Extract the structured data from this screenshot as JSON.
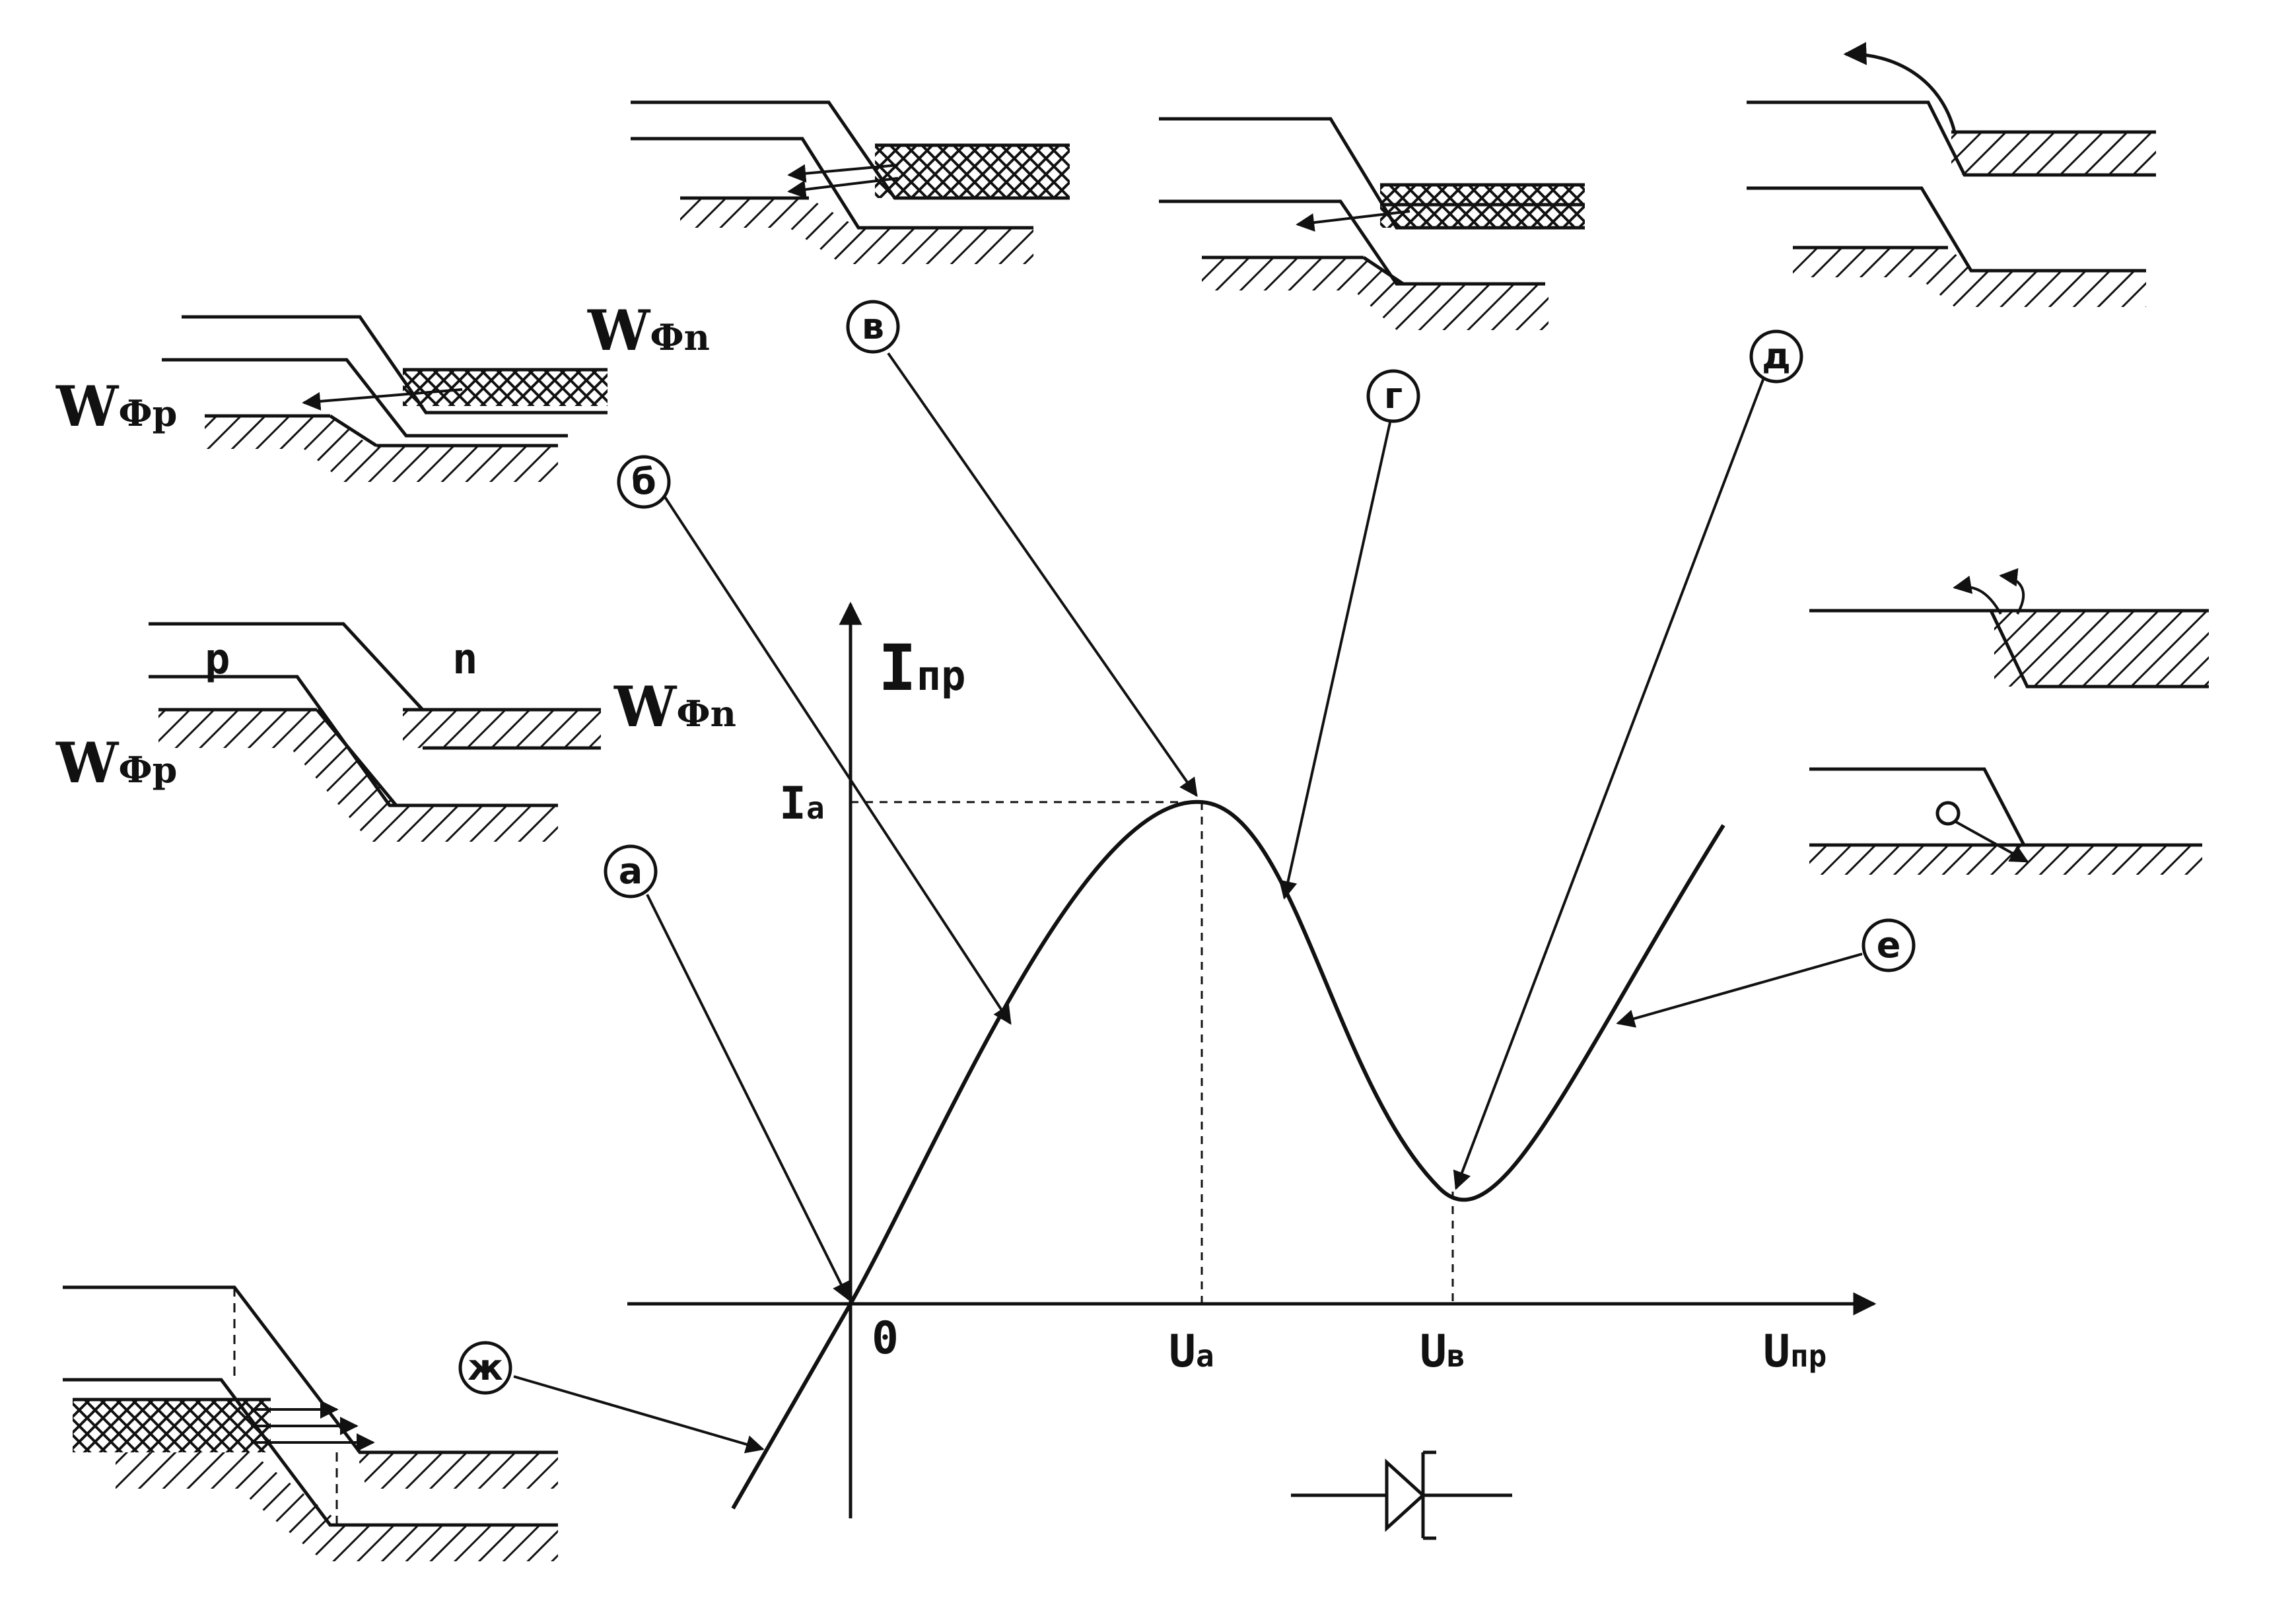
{
  "axes": {
    "y_label_main": "I",
    "y_label_sub": "пр",
    "x_label_main": "U",
    "x_label_sub": "пр",
    "origin": "0",
    "peak_current_main": "I",
    "peak_current_sub": "a",
    "peak_voltage_main": "U",
    "peak_voltage_sub": "a",
    "valley_voltage_main": "U",
    "valley_voltage_sub": "в"
  },
  "point_labels": {
    "a": "а",
    "b": "б",
    "v": "в",
    "g": "г",
    "d": "д",
    "e": "е",
    "zh": "ж"
  },
  "band_labels": {
    "wfp_main": "W",
    "wfp_sub": "Фр",
    "wfn_main": "W",
    "wfn_sub": "Фn",
    "p": "p",
    "n": "n"
  }
}
